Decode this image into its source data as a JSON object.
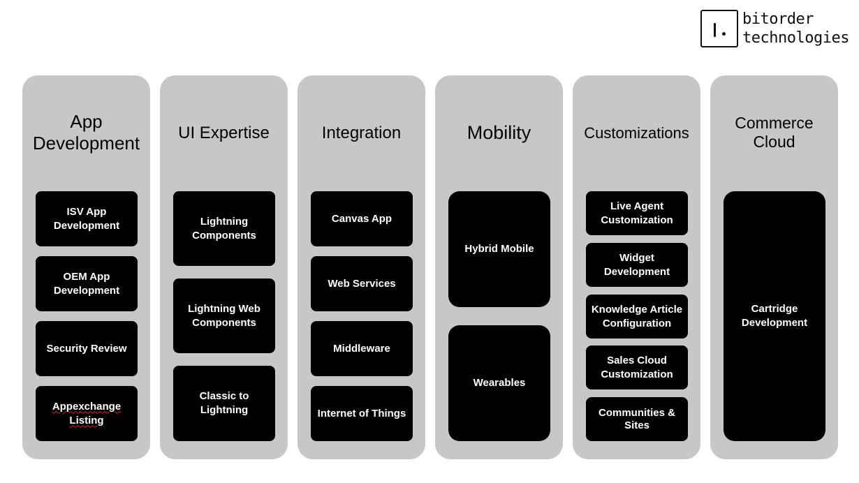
{
  "logo": {
    "line1": "bitorder",
    "line2": "technologies"
  },
  "colors": {
    "column_bg": "#c7c7c9",
    "box_bg": "#000000",
    "box_text": "#ffffff"
  },
  "columns": [
    {
      "title": "App Development",
      "items": [
        "ISV App Development",
        "OEM App Development",
        "Security Review",
        "Appexchange Listing"
      ]
    },
    {
      "title": "UI Expertise",
      "items": [
        "Lightning Components",
        "Lightning Web Components",
        "Classic to Lightning"
      ]
    },
    {
      "title": "Integration",
      "items": [
        "Canvas App",
        "Web Services",
        "Middleware",
        "Internet of Things"
      ]
    },
    {
      "title": "Mobility",
      "items": [
        "Hybrid Mobile",
        "Wearables"
      ]
    },
    {
      "title": "Customizations",
      "items": [
        "Live Agent Customization",
        "Widget Development",
        "Knowledge Article Configuration",
        "Sales Cloud Customization",
        "Communities & Sites"
      ]
    },
    {
      "title": "Commerce Cloud",
      "items": [
        "Cartridge Development"
      ]
    }
  ]
}
